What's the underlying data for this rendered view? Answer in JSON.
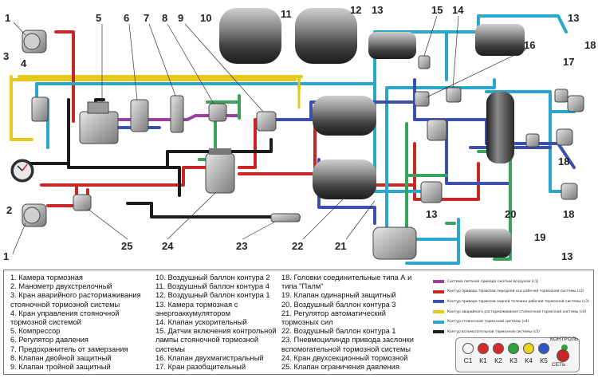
{
  "labels": {
    "n1": "1",
    "n2": "2",
    "n3": "3",
    "n4": "4",
    "n5": "5",
    "n6": "6",
    "n7": "7",
    "n8": "8",
    "n9": "9",
    "n10": "10",
    "n11": "11",
    "n12": "12",
    "n13": "13",
    "n14": "14",
    "n15": "15",
    "n16": "16",
    "n17": "17",
    "n18": "18",
    "n19": "19",
    "n20": "20",
    "n21": "21",
    "n22": "22",
    "n23": "23",
    "n24": "24",
    "n25": "25"
  },
  "legend": {
    "col1": [
      "1. Камера тормозная",
      "2. Манометр двухстрелочный",
      "3. Кран аварийного растормаживания",
      "стояночной тормозной системы",
      "4. Кран управления стояночной",
      "тормозной системой",
      "5. Компрессор",
      "6. Регулятор давления",
      "7. Предохранитель от замерзания",
      "8. Клапан двойной защитный",
      "9. Клапан тройной защитный"
    ],
    "col2": [
      "10. Воздушный баллон контура 2",
      "11. Воздушный баллон контура 4",
      "12. Воздушный баллон контура 1",
      "13. Камера тормозная с",
      "энергоаккумулятором",
      "14. Клапан ускорительный",
      "15. Датчик включения контрольной",
      "лампы стояночной тормозной",
      "системы",
      "16. Клапан двухмагистральный",
      "17. Кран разобщительный"
    ],
    "col3": [
      "18. Головки соединительные типа А и",
      "типа \"Палм\"",
      "19. Клапан одинарный защитный",
      "20. Воздушный баллон контура 3",
      "21. Регулятор автоматический",
      "тормозных сил",
      "22. Воздушный баллон контура 1",
      "23. Пневмоцилиндр привода заслонки",
      "вспомогательной тормозной системы",
      "24. Кран двухсекционный тормозной",
      "25. Клапан ограничения давления"
    ]
  },
  "systems": [
    {
      "color": "#9b3fa0",
      "text": "Система питания привода сжатым воздухом (с1)"
    },
    {
      "color": "#c62828",
      "text": "Контур привода тормозов передней оси рабочей тормозной системы (с2)"
    },
    {
      "color": "#3a4fb0",
      "text": "Контур привода тормозов задней тележки рабочей тормозной системы (с3)"
    },
    {
      "color": "#e8c81a",
      "text": "Контур аварийного растормаживания стояночной тормозной системы (с4)"
    },
    {
      "color": "#2aa7c9",
      "text": "Контур стояночной тормозной системы (с4)"
    },
    {
      "color": "#1c1c1c",
      "text": "Контур вспомогательной тормозной системы (с5)"
    }
  ],
  "panel": {
    "title": "КОНТРОЛЬ",
    "network": "СЕТЬ",
    "lamps": [
      {
        "label": "С1",
        "color": "#f2f2f2"
      },
      {
        "label": "К1",
        "color": "#d62a2a"
      },
      {
        "label": "К2",
        "color": "#d62a2a"
      },
      {
        "label": "К3",
        "color": "#2fa23a"
      },
      {
        "label": "К4",
        "color": "#f0d21c"
      },
      {
        "label": "К5",
        "color": "#2f57c4"
      }
    ]
  }
}
